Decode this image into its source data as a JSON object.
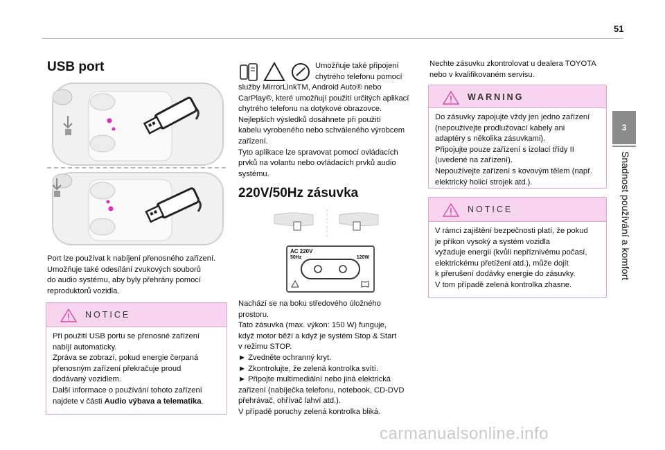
{
  "page": {
    "number": "51",
    "chapter_number": "3",
    "chapter_title": "Snadnost používání a komfort"
  },
  "usb": {
    "title": "USB port",
    "paragraph": [
      "Port lze používat k nabíjení přenosného zařízení.",
      "Umožňuje také odesílání zvukových souborů",
      "do audio systému, aby byly přehrány pomocí",
      "reproduktorů vozidla."
    ],
    "notice": {
      "label": "NOTICE",
      "lines": [
        "Při použití USB portu se přenosné zařízení",
        "nabíjí automaticky.",
        "Zpráva se zobrazí, pokud energie čerpaná",
        "přenosným zařízení překračuje proud",
        "dodávaný vozidlem.",
        "Další informace o používání tohoto zařízení"
      ],
      "last_line_prefix": "najdete v části ",
      "last_line_bold": "Audio výbava a telematika",
      "last_line_suffix": "."
    }
  },
  "mirror": {
    "lines_short": [
      "Umožňuje také připojení",
      "chytrého telefonu pomocí"
    ],
    "lines": [
      "služby MirrorLinkTM, Android Auto® nebo",
      "CarPlay®, které umožňují použití určitých aplikací",
      "chytrého telefonu na dotykové obrazovce.",
      "Nejlepších výsledků dosáhnete při použití",
      "kabelu vyrobeného nebo schváleného výrobcem",
      "zařízení.",
      "Tyto aplikace lze spravovat pomocí ovládacích",
      "prvků na volantu nebo ovládacích prvků audio",
      "systému."
    ]
  },
  "socket": {
    "title": "220V/50Hz zásuvka",
    "outlet_label_ac": "AC 220V",
    "outlet_label_hz": "50Hz",
    "outlet_label_w": "120W",
    "lines": [
      "Nachází se na boku středového úložného",
      "prostoru.",
      "Tato zásuvka (max. výkon: 150 W) funguje,",
      "když motor běží a když je systém Stop & Start",
      "v režimu STOP.",
      "► Zvedněte ochranný kryt.",
      "► Zkontrolujte, že zelená kontrolka svítí.",
      "► Připojte multimediální nebo jiná elektrická",
      "zařízení (nabíječka telefonu, notebook, CD-DVD",
      "přehrávač, ohřívač lahví atd.).",
      "V případě poruchy zelená kontrolka bliká."
    ]
  },
  "right": {
    "intro": [
      "Nechte zásuvku zkontrolovat u dealera TOYOTA",
      "nebo v kvalifikovaném servisu."
    ],
    "warning": {
      "label": "WARNING",
      "lines": [
        "Do zásuvky zapojujte vždy jen jedno zařízení",
        "(nepoužívejte prodlužovací kabely ani",
        "adaptéry s několika zásuvkami).",
        "Připojujte pouze zařízení s izolací třídy II",
        "(uvedené na zařízení).",
        "Nepoužívejte zařízení s kovovým tělem (např.",
        "elektrický holicí strojek atd.)."
      ]
    },
    "notice": {
      "label": "NOTICE",
      "lines": [
        "V rámci zajištění bezpečnosti platí, že pokud",
        "je příkon vysoký a systém vozidla",
        "vyžaduje energii (kvůli nepříznivému počasí,",
        "elektrickému přetížení atd.), může dojít",
        "k přerušení dodávky energie do zásuvky.",
        "V tom případě zelená kontrolka zhasne."
      ]
    }
  },
  "watermark": "carmanualsonline.info"
}
